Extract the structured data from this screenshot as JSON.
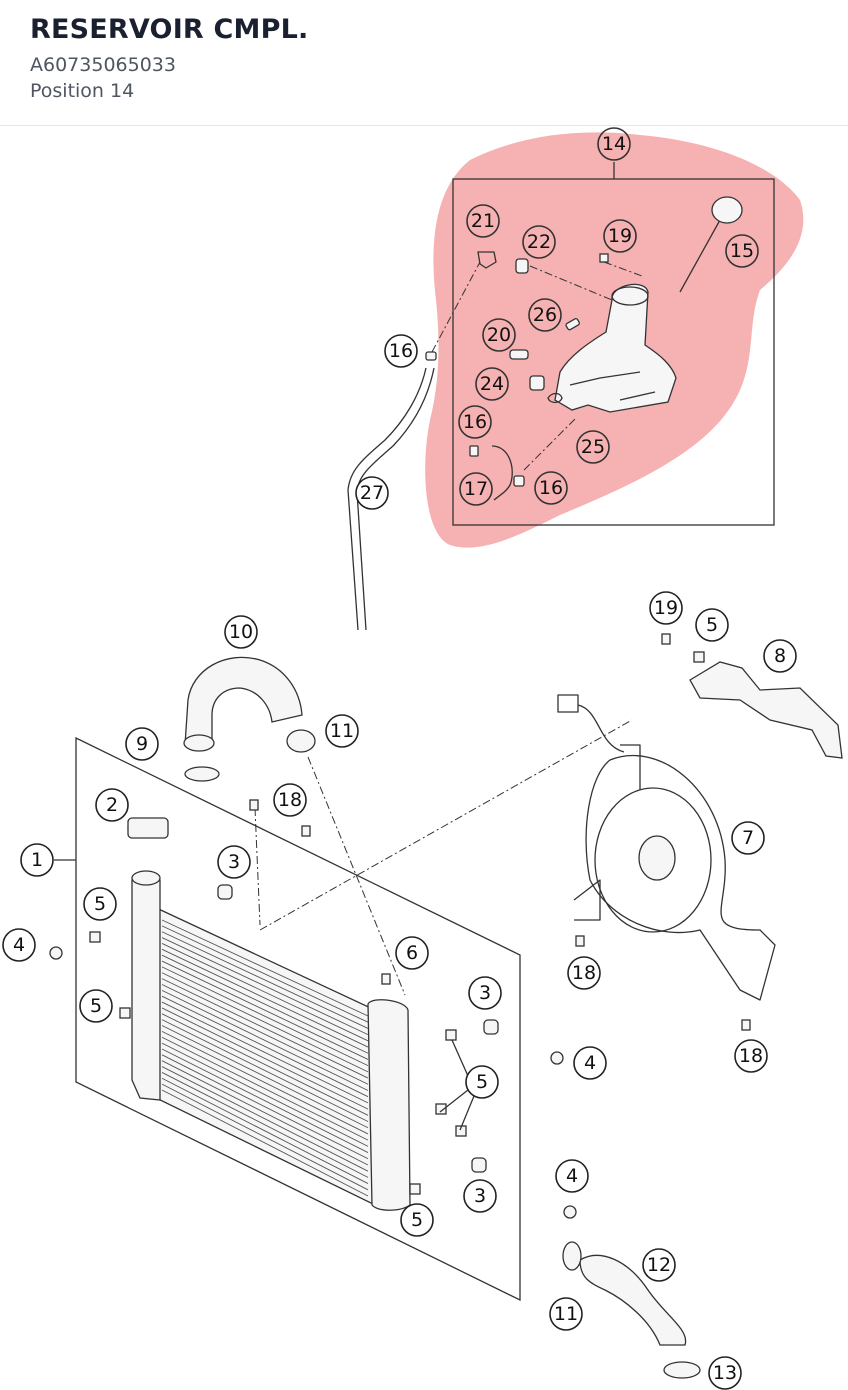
{
  "header": {
    "title": "RESERVOIR CMPL.",
    "part_number": "A60735065033",
    "position": "Position 14"
  },
  "diagram": {
    "highlight_color": "#f4a3a5",
    "selected_position": "14",
    "callouts": {
      "c14": "14",
      "c21": "21",
      "c22": "22",
      "c19a": "19",
      "c15": "15",
      "c26": "26",
      "c20": "20",
      "c16a": "16",
      "c24": "24",
      "c16b": "16",
      "c25": "25",
      "c17": "17",
      "c16c": "16",
      "c27": "27",
      "c10": "10",
      "c11a": "11",
      "c9": "9",
      "c2": "2",
      "c18a": "18",
      "c1": "1",
      "c3a": "3",
      "c5a": "5",
      "c4a": "4",
      "c5b": "5",
      "c6": "6",
      "c3b": "3",
      "c5c": "5",
      "c3c": "3",
      "c5d": "5",
      "c19b": "19",
      "c5e": "5",
      "c8": "8",
      "c7": "7",
      "c18b": "18",
      "c4b": "4",
      "c18c": "18",
      "c4c": "4",
      "c12": "12",
      "c11b": "11",
      "c13": "13"
    }
  }
}
